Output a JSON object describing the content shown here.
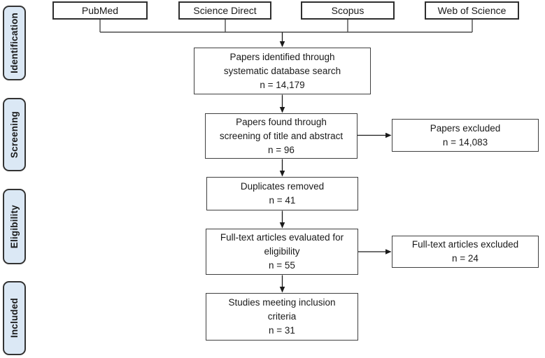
{
  "colors": {
    "stage_fill": "#dbe8f5",
    "stage_border": "#333333",
    "box_fill": "#ffffff",
    "box_border": "#3f3f3f",
    "src_border": "#2e2e2e",
    "line": "#4d4d4d",
    "arrow": "#1a1a1a",
    "text": "#1a1a1a"
  },
  "stages": [
    {
      "label": "Identification"
    },
    {
      "label": "Screening"
    },
    {
      "label": "Eligibility"
    },
    {
      "label": "Included"
    }
  ],
  "sources": [
    {
      "label": "PubMed"
    },
    {
      "label": "Science Direct"
    },
    {
      "label": "Scopus"
    },
    {
      "label": "Web of Science"
    }
  ],
  "flow_boxes": [
    {
      "lines": [
        "Papers identified through",
        "systematic database search"
      ],
      "count": "n = 14,179"
    },
    {
      "lines": [
        "Papers found through",
        "screening of title and abstract"
      ],
      "count": "n = 96"
    },
    {
      "lines": [
        "Duplicates removed"
      ],
      "count": "n = 41"
    },
    {
      "lines": [
        "Full-text articles evaluated for",
        "eligibility"
      ],
      "count": "n = 55"
    },
    {
      "lines": [
        "Studies meeting inclusion",
        "criteria"
      ],
      "count": "n = 31"
    }
  ],
  "exclusion_boxes": [
    {
      "lines": [
        "Papers excluded"
      ],
      "count": "n = 14,083"
    },
    {
      "lines": [
        "Full-text articles excluded"
      ],
      "count": "n = 24"
    }
  ]
}
